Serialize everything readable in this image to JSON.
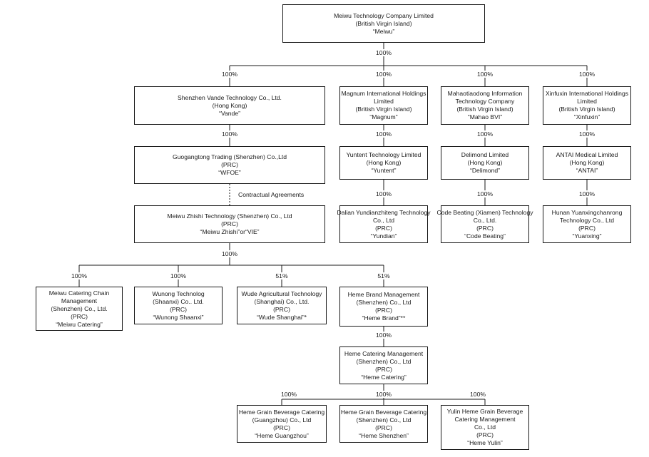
{
  "entities": {
    "meiwu": [
      "Meiwu Technology Company Limited",
      "(British Virgin Island)",
      "“Meiwu”"
    ],
    "vande": [
      "Shenzhen Vande Technology Co., Ltd.",
      "(Hong Kong)",
      "“Vande”"
    ],
    "magnum": [
      "Magnum International Holdings",
      "Limited",
      "(British Virgin Island)",
      "“Magnum”"
    ],
    "mahao": [
      "Mahaotiaodong Information",
      "Technology Company",
      "(British Virgin Island)",
      "“Mahao BVI”"
    ],
    "xinfuxin": [
      "Xinfuxin International Holdings",
      "Limited",
      "(British Virgin Island)",
      "“Xinfuxin”"
    ],
    "wfoe": [
      "Guogangtong Trading (Shenzhen) Co.,Ltd",
      "(PRC)",
      "“WFOE”"
    ],
    "yuntent": [
      "Yuntent Technology Limited",
      "(Hong Kong)",
      "“Yuntent”"
    ],
    "delimond": [
      "Delimond Limited",
      "(Hong Kong)",
      "“Delimond”"
    ],
    "antai": [
      "ANTAI Medical Limited",
      "(Hong Kong)",
      "“ANTAI”"
    ],
    "vie": [
      "Meiwu Zhishi Technology (Shenzhen) Co., Ltd",
      "(PRC)",
      "“Meiwu Zhishi”or“VIE”"
    ],
    "yundian": [
      "Dalian Yundianzhiteng Technology",
      "Co., Ltd",
      "(PRC)",
      "“Yundian”"
    ],
    "codebeating": [
      "Code Beating (Xiamen) Technology",
      "Co., Ltd.",
      "(PRC)",
      "“Code Beating”"
    ],
    "yuanxing": [
      "Hunan Yuanxingchanrong",
      "Technology Co., Ltd",
      "(PRC)",
      "“Yuanxing”"
    ],
    "catering": [
      "Meiwu Catering Chain",
      "Management",
      "(Shenzhen) Co., Ltd.",
      "(PRC)",
      "“Meiwu Catering”"
    ],
    "wunong": [
      "Wunong Technolog",
      "(Shaanxi) Co.. Ltd.",
      "(PRC)",
      "“Wunong Shaanxi”"
    ],
    "wude": [
      "Wude Agricultural Technology",
      "(Shanghai) Co., Ltd.",
      "(PRC)",
      "“Wude Shanghai”*"
    ],
    "hemebrand": [
      "Heme Brand Management",
      "(Shenzhen) Co., Ltd",
      "(PRC)",
      "“Heme Brand”**"
    ],
    "hemecatering": [
      "Heme Catering Management",
      "(Shenzhen) Co., Ltd",
      "(PRC)",
      "“Heme Catering”"
    ],
    "guangzhou": [
      "Heme Grain Beverage Catering",
      "(Guangzhou) Co., Ltd",
      "(PRC)",
      "“Heme Guangzhou”"
    ],
    "shenzhen": [
      "Heme Grain Beverage Catering",
      "(Shenzhen) Co., Ltd",
      "(PRC)",
      "“Heme Shenzhen”"
    ],
    "yulin": [
      "Yulin Heme Grain Beverage",
      "Catering Management",
      "Co., Ltd",
      "(PRC)",
      "“Heme Yulin”"
    ]
  },
  "ownership": {
    "meiwu_total": "100%",
    "vande": "100%",
    "magnum": "100%",
    "mahao": "100%",
    "xinfuxin": "100%",
    "wfoe": "100%",
    "yuntent": "100%",
    "delimond": "100%",
    "antai": "100%",
    "yundian": "100%",
    "codebeating": "100%",
    "yuanxing": "100%",
    "vie_total": "100%",
    "catering": "100%",
    "wunong": "100%",
    "wude": "51%",
    "hemebrand": "51%",
    "hemecatering": "100%",
    "guangzhou": "100%",
    "shenzhen": "100%",
    "yulin": "100%"
  },
  "contractual_label": "Contractual Agreements"
}
